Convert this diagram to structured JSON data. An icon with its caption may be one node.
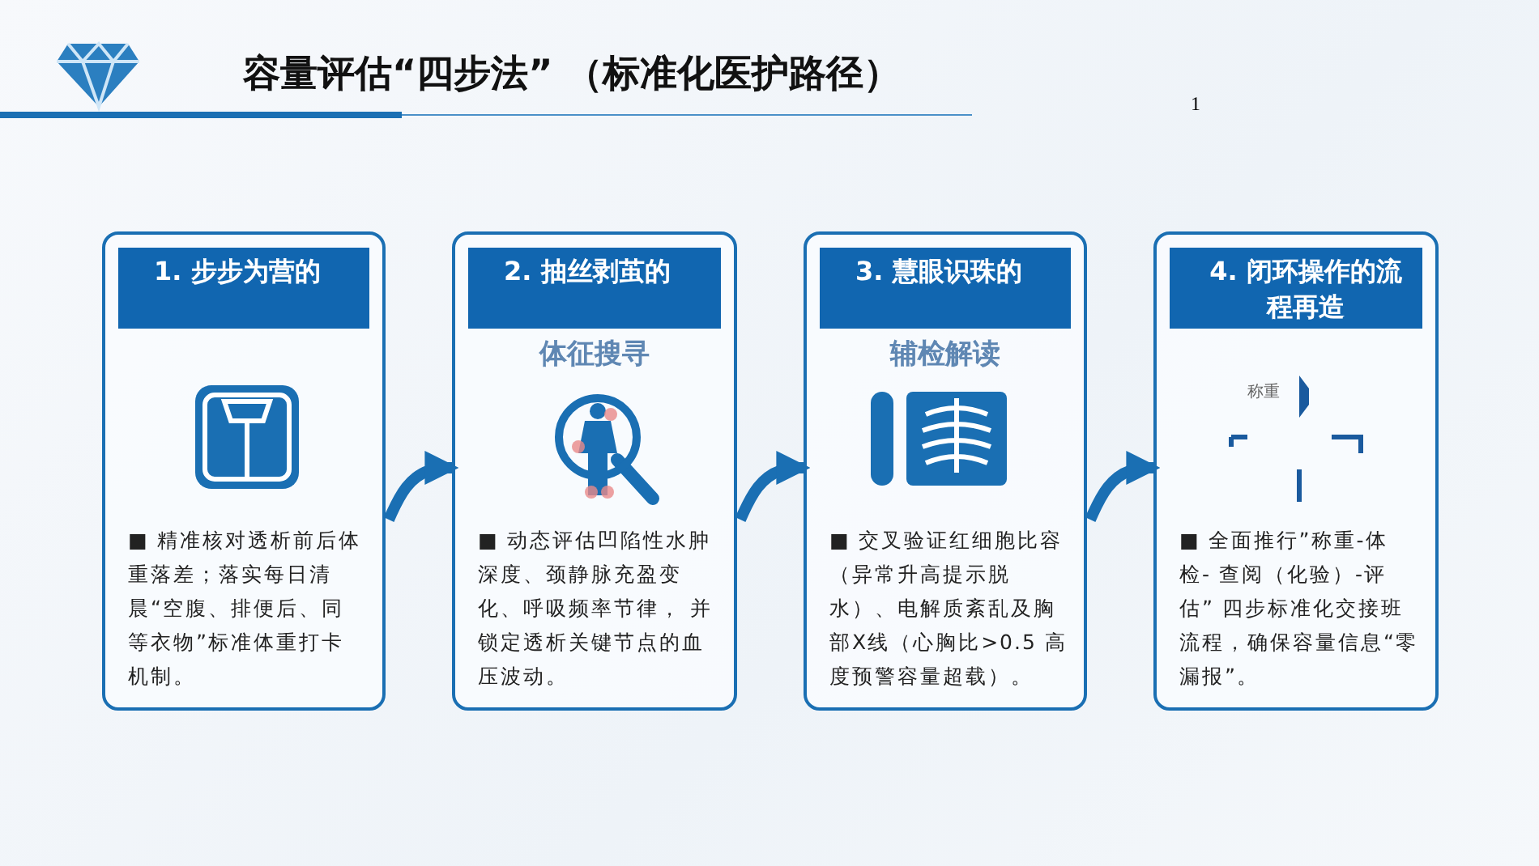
{
  "diagram": {
    "title": "容量评估“四步法” （标准化医护路径）",
    "nodes": [
      {
        "text": [
          "1. 步步为营的",
          "■ 精准核对透析前后体重落差；落实每日清晨“空腹、排便后、同等衣物”标准体重打卡机制。"
        ]
      },
      {
        "text": [
          "2. 抽丝剥茧的",
          "体征搜寻",
          "■ 动态评估凹陷性水肿深度、颈静脉充盈变化、呼吸频率节律， 并锁定透析关键节点的血压波动。"
        ]
      },
      {
        "text": [
          "3. 慧眼识珠的",
          "辅检解读",
          "■ 交叉验证红细胞比容（异常升高提示脱水）、电解质紊乱及胸部X线（心胸比>0.5 高度预警容量超载）。"
        ]
      },
      {
        "text": [
          "4. 闭环操作的流程再造",
          "称重",
          "■ 全面推行”称重-体检- 查阅（化验）-评估” 四步标准化交接班流程，确保容量信息“零漏报”。"
        ]
      }
    ],
    "edges": [
      {
        "from": 0,
        "to": 1,
        "arrow": "to"
      },
      {
        "from": 1,
        "to": 2,
        "arrow": "to"
      },
      {
        "from": 2,
        "to": 3,
        "arrow": "to"
      }
    ],
    "labels": [
      "1"
    ]
  }
}
